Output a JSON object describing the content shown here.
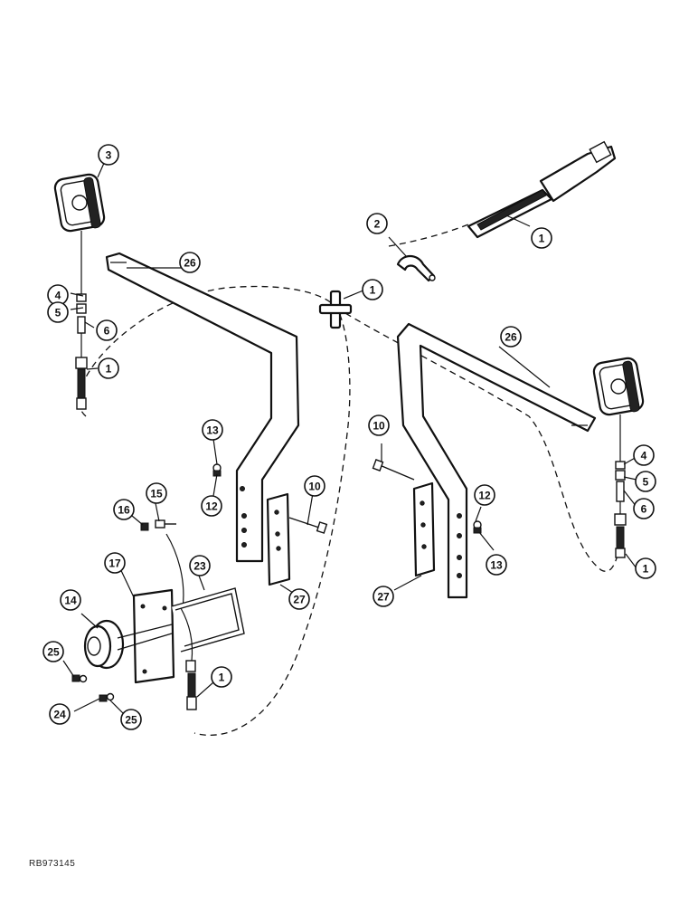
{
  "figure_code": "RB973145",
  "callouts": {
    "c1a": "1",
    "c1b": "1",
    "c1c": "1",
    "c1d": "1",
    "c1e": "1",
    "c2": "2",
    "c3": "3",
    "c4a": "4",
    "c4b": "4",
    "c5a": "5",
    "c5b": "5",
    "c6a": "6",
    "c6b": "6",
    "c10a": "10",
    "c10b": "10",
    "c12a": "12",
    "c12b": "12",
    "c13a": "13",
    "c13b": "13",
    "c14": "14",
    "c15": "15",
    "c16": "16",
    "c17": "17",
    "c23": "23",
    "c24": "24",
    "c25a": "25",
    "c25b": "25",
    "c26a": "26",
    "c26b": "26",
    "c27a": "27",
    "c27b": "27"
  }
}
